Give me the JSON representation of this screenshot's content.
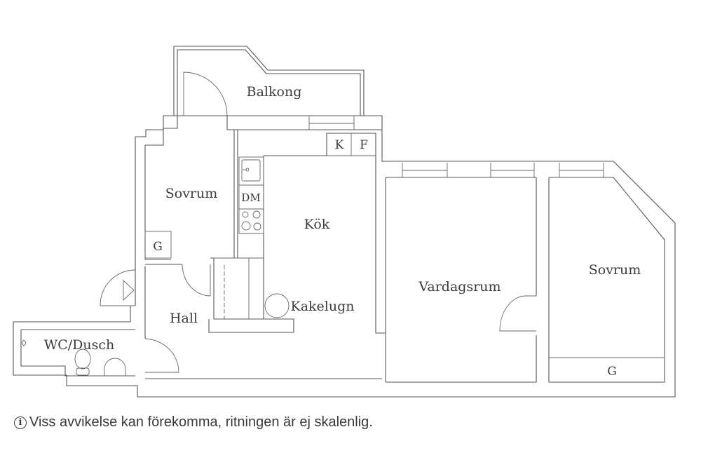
{
  "floorplan": {
    "rooms": {
      "balcony": "Balkong",
      "bedroom_small": "Sovrum",
      "kitchen": "Kök",
      "living_room": "Vardagsrum",
      "bedroom_large": "Sovrum",
      "hall": "Hall",
      "bathroom": "WC/Dusch"
    },
    "fixtures": {
      "fridge_k": "K",
      "freezer_f": "F",
      "dishwasher": "DM",
      "tiled_stove": "Kakelugn",
      "wardrobe_small_bedroom": "G",
      "wardrobe_large_bedroom": "G"
    },
    "colors": {
      "line": "#555555",
      "text": "#3c3c3c",
      "background": "#ffffff"
    }
  },
  "footer": {
    "icon": "i",
    "disclaimer": "Viss avvikelse kan förekomma, ritningen är ej skalenlig."
  }
}
